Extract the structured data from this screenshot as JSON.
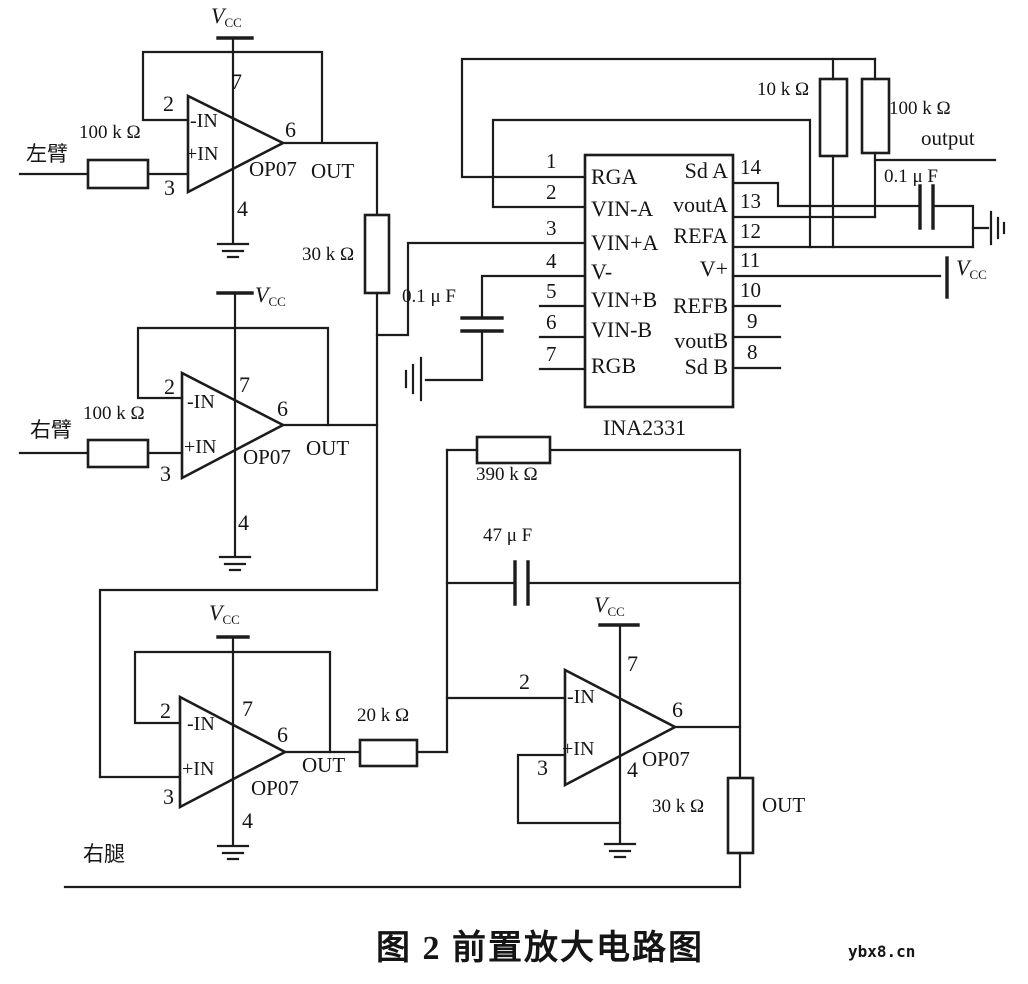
{
  "page": {
    "caption": "图 2  前置放大电路图",
    "watermark": "ybx8.cn",
    "ink_color": "#1c1c1c",
    "background_color": "#ffffff"
  },
  "sym": {
    "v": "V",
    "cc": "CC"
  },
  "amps": {
    "a1": {
      "input": "左臂",
      "rin": "100 k Ω",
      "p2": "2",
      "p3": "3",
      "p4": "4",
      "p6": "6",
      "p7": "7",
      "minus": "-IN",
      "plus": "+IN",
      "part": "OP07",
      "out": "OUT"
    },
    "a2": {
      "input": "右臂",
      "rin": "100 k Ω",
      "p2": "2",
      "p3": "3",
      "p4": "4",
      "p6": "6",
      "p7": "7",
      "minus": "-IN",
      "plus": "+IN",
      "part": "OP07",
      "out": "OUT"
    },
    "a3": {
      "input": "右腿",
      "rout": "20 k Ω",
      "p2": "2",
      "p3": "3",
      "p4": "4",
      "p6": "6",
      "p7": "7",
      "minus": "-IN",
      "plus": "+IN",
      "part": "OP07",
      "out": "OUT"
    },
    "a4": {
      "rload": "30 k Ω",
      "out": "OUT",
      "p2": "2",
      "p3": "3",
      "p4": "4",
      "p6": "6",
      "p7": "7",
      "minus": "-IN",
      "plus": "+IN",
      "part": "OP07"
    }
  },
  "mid": {
    "r30": "30 k Ω",
    "c01": "0.1 μ F"
  },
  "fb": {
    "r390": "390 k Ω",
    "c47": "47 μ F"
  },
  "ina": {
    "part": "INA2331",
    "left": [
      {
        "num": "1",
        "label": "RGA"
      },
      {
        "num": "2",
        "label": "VIN-A"
      },
      {
        "num": "3",
        "label": "VIN+A"
      },
      {
        "num": "4",
        "label": "V-"
      },
      {
        "num": "5",
        "label": "VIN+B"
      },
      {
        "num": "6",
        "label": "VIN-B"
      },
      {
        "num": "7",
        "label": "RGB"
      }
    ],
    "right": [
      {
        "num": "14",
        "label": "Sd A"
      },
      {
        "num": "13",
        "label": "voutA"
      },
      {
        "num": "12",
        "label": "REFA"
      },
      {
        "num": "11",
        "label": "V+"
      },
      {
        "num": "10",
        "label": "REFB"
      },
      {
        "num": "9",
        "label": "voutB"
      },
      {
        "num": "8",
        "label": "Sd B"
      }
    ],
    "r10k": "10 k Ω",
    "r100k": "100 k Ω",
    "c01": "0.1 μ F",
    "output": "output"
  }
}
